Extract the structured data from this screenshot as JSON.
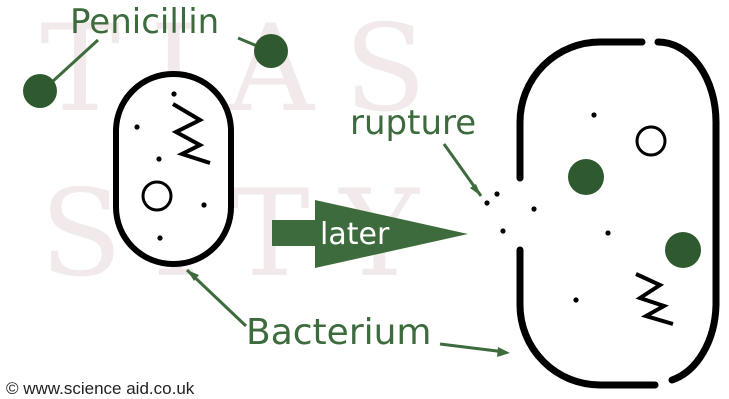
{
  "labels": {
    "penicillin": "Penicillin",
    "rupture": "rupture",
    "later": "later",
    "bacterium": "Bacterium",
    "copyright": "© www.science aid.co.uk"
  },
  "watermark": {
    "line1": "TIAS",
    "line2": "SITY"
  },
  "colors": {
    "label_green": "#3d6b3d",
    "penicillin_dot": "#2f5a2f",
    "arrow_fill": "#3d6b3d",
    "outline": "#000000"
  }
}
